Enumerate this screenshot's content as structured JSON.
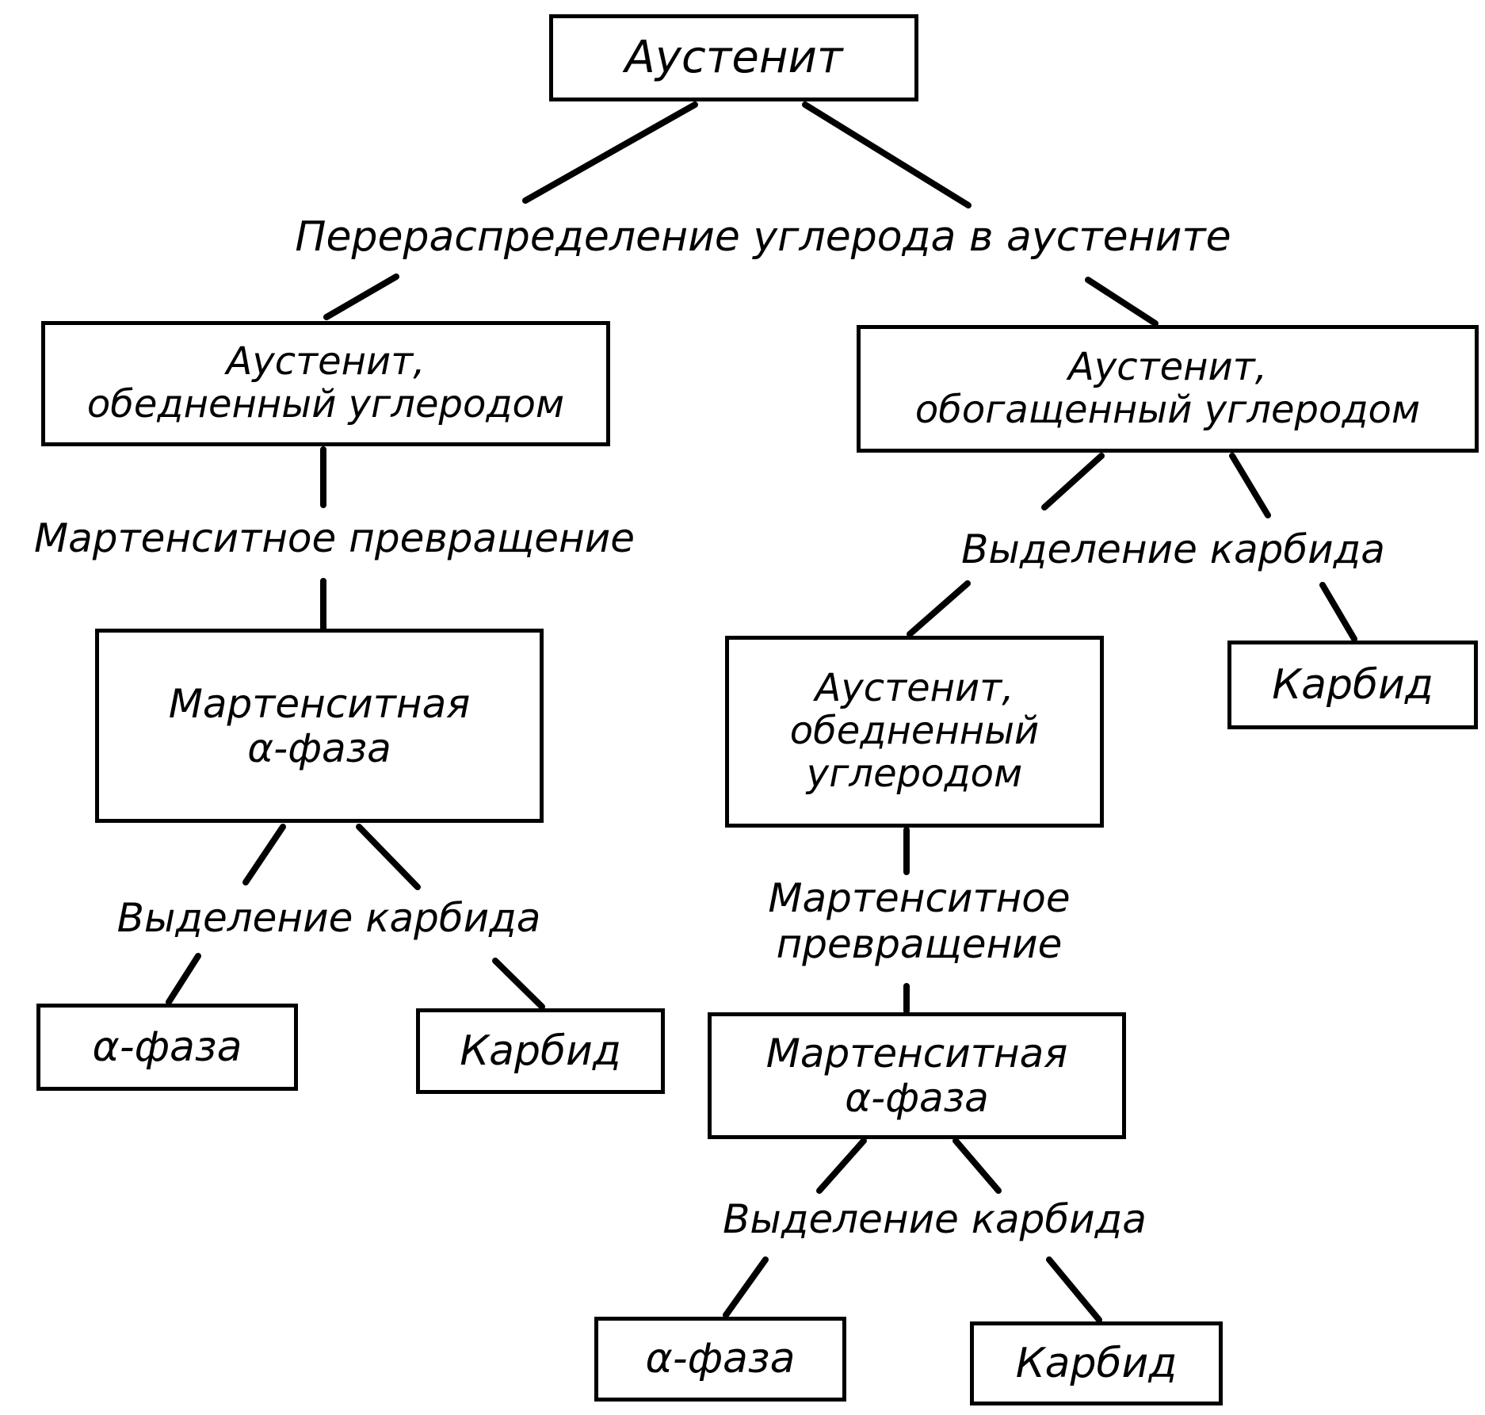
{
  "diagram": {
    "nodes": {
      "austenite": [
        "Аустенит"
      ],
      "left_depleted": [
        "Аустенит,",
        "обедненный углеродом"
      ],
      "right_enriched": [
        "Аустенит,",
        "обогащенный углеродом"
      ],
      "left_martensite": [
        "Мартенситная",
        "α-фаза"
      ],
      "right_depleted": [
        "Аустенит,",
        "обедненный",
        "углеродом"
      ],
      "carbide_top_right": [
        "Карбид"
      ],
      "left_alpha": [
        "α-фаза"
      ],
      "left_carbide": [
        "Карбид"
      ],
      "right_martensite": [
        "Мартенситная",
        "α-фаза"
      ],
      "bottom_alpha": [
        "α-фаза"
      ],
      "bottom_carbide": [
        "Карбид"
      ]
    },
    "processes": {
      "redistribution": [
        "Перераспределение углерода в аустените"
      ],
      "left_martensitic_transformation": [
        "Мартенситное превращение"
      ],
      "right_carbide_precipitation": [
        "Выделение карбида"
      ],
      "left_carbide_precipitation": [
        "Выделение карбида"
      ],
      "right_martensitic_transformation": [
        "Мартенситное",
        "превращение"
      ],
      "bottom_carbide_precipitation": [
        "Выделение карбида"
      ]
    }
  }
}
